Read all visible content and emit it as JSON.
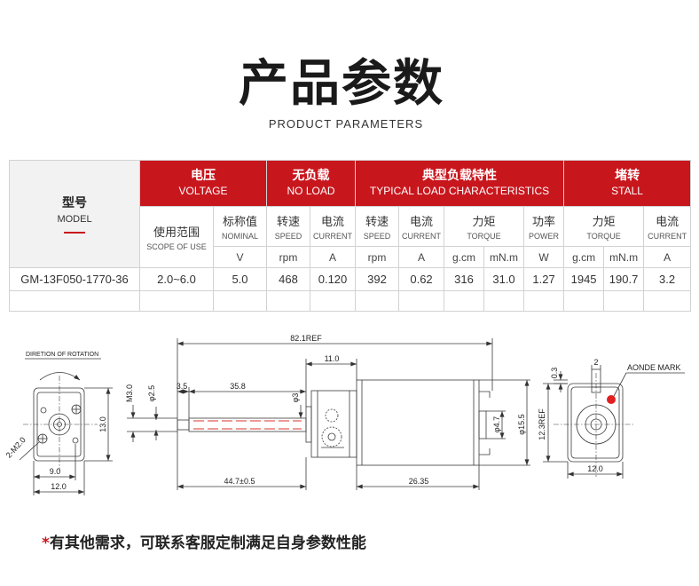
{
  "title": "产品参数",
  "subtitle": "PRODUCT PARAMETERS",
  "colors": {
    "accent": "#c8161d",
    "text": "#333333",
    "grid": "#d2d2d2"
  },
  "table": {
    "model_header": {
      "cn": "型号",
      "en": "MODEL"
    },
    "groups": [
      {
        "cn": "电压",
        "en": "VOLTAGE"
      },
      {
        "cn": "无负载",
        "en": "NO LOAD"
      },
      {
        "cn": "典型负载特性",
        "en": "TYPICAL LOAD CHARACTERISTICS"
      },
      {
        "cn": "堵转",
        "en": "STALL"
      }
    ],
    "subheaders": [
      {
        "cn": "使用范围",
        "en": "SCOPE OF USE"
      },
      {
        "cn": "标称值",
        "en": "NOMINAL"
      },
      {
        "cn": "转速",
        "en": "SPEED"
      },
      {
        "cn": "电流",
        "en": "CURRENT"
      },
      {
        "cn": "转速",
        "en": "SPEED"
      },
      {
        "cn": "电流",
        "en": "CURRENT"
      },
      {
        "cn": "力矩",
        "en": "TORQUE"
      },
      {
        "cn": "功率",
        "en": "POWER"
      },
      {
        "cn": "力矩",
        "en": "TORQUE"
      },
      {
        "cn": "电流",
        "en": "CURRENT"
      }
    ],
    "units": [
      "V",
      "rpm",
      "A",
      "rpm",
      "A",
      "g.cm",
      "mN.m",
      "W",
      "g.cm",
      "mN.m",
      "A"
    ],
    "rows": [
      [
        "GM-13F050-1770-36",
        "2.0~6.0",
        "5.0",
        "468",
        "0.120",
        "392",
        "0.62",
        "316",
        "31.0",
        "1.27",
        "1945",
        "190.7",
        "3.2"
      ]
    ]
  },
  "drawing": {
    "rotation_label": "DIRETION OF ROTATION",
    "total_length": "82.1REF",
    "gearbox_length": "11.0",
    "shaft_step": "3.5",
    "shaft_length": "35.8",
    "thread": "M3.0",
    "shaft_dia": "φ2.5",
    "shaft_dia2": "φ3",
    "height_left": "13.0",
    "holes": "2-M2.0",
    "hole_span": "9.0",
    "width_left": "12.0",
    "out_length": "44.7±0.5",
    "motor_length": "26.35",
    "boss_dia": "φ4.7",
    "body_dia": "φ15.5",
    "height_right": "12.3REF",
    "offset": "0.3",
    "mark_width": "2",
    "anode_mark": "AONDE MARK",
    "width_right": "12.0"
  },
  "note": {
    "mark": "*",
    "text": "有其他需求，可联系客服定制满足自身参数性能"
  }
}
